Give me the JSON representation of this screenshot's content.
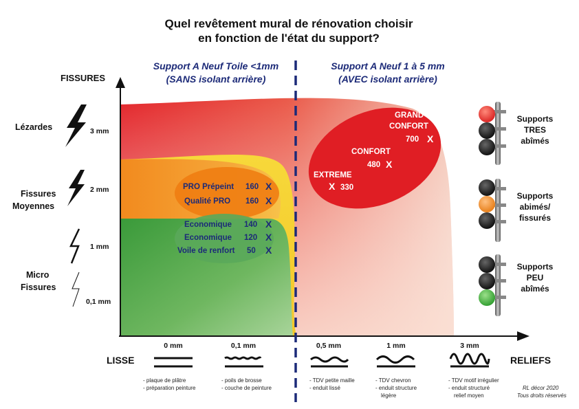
{
  "title": {
    "line1": "Quel revêtement mural de rénovation choisir",
    "line2": "en fonction de l'état du support?"
  },
  "columns": {
    "left_line1": "Support A Neuf Toile <1mm",
    "left_line2": "(SANS isolant arrière)",
    "right_line1": "Support A Neuf 1 à 5 mm",
    "right_line2": "(AVEC isolant arrière)"
  },
  "axes": {
    "y_label": "FISSURES",
    "x_left_label": "LISSE",
    "x_right_label": "RELIEFS"
  },
  "crack_levels": [
    {
      "category": "Lézardes",
      "category2": "",
      "size": "3 mm",
      "icon": "lightning-bolt-large-icon"
    },
    {
      "category": "Fissures",
      "category2": "Moyennes",
      "size": "2 mm",
      "icon": "lightning-bolt-medium-icon"
    },
    {
      "category": "",
      "category2": "",
      "size": "1 mm",
      "icon": "lightning-bolt-small-icon"
    },
    {
      "category": "Micro",
      "category2": "Fissures",
      "size": "0,1 mm",
      "icon": "lightning-bolt-outline-icon"
    }
  ],
  "relief_levels": [
    {
      "size": "0 mm",
      "desc1": "- plaque de plâtre",
      "desc2": "- préparation peinture",
      "desc3": ""
    },
    {
      "size": "0,1 mm",
      "desc1": "- poils de brosse",
      "desc2": "- couche de peinture",
      "desc3": ""
    },
    {
      "size": "0,5 mm",
      "desc1": "- TDV petite maille",
      "desc2": "- enduit lissé",
      "desc3": ""
    },
    {
      "size": "1 mm",
      "desc1": "- TDV chevron",
      "desc2": "- enduit structure",
      "desc3": "légère"
    },
    {
      "size": "3 mm",
      "desc1": "- TDV motif irrégulier",
      "desc2": "- enduit structuré",
      "desc3": "relief moyen"
    }
  ],
  "products_orange": [
    {
      "name": "PRO Prépeint",
      "value": "160",
      "mark": "X"
    },
    {
      "name": "Qualité PRO",
      "value": "160",
      "mark": "X"
    }
  ],
  "products_green": [
    {
      "name": "Economique",
      "value": "140",
      "mark": "X"
    },
    {
      "name": "Economique",
      "value": "120",
      "mark": "X"
    },
    {
      "name": "Voile de renfort",
      "value": "50",
      "mark": "X"
    }
  ],
  "products_red": [
    {
      "name1": "GRAND",
      "name2": "CONFORT",
      "value": "700",
      "mark": "X"
    },
    {
      "name1": "CONFORT",
      "name2": "",
      "value": "480",
      "mark": "X"
    },
    {
      "name1": "EXTREME",
      "name2": "",
      "value": "330",
      "mark": "X"
    }
  ],
  "traffic_lights": [
    {
      "line1": "Supports",
      "line2": "TRES",
      "line3": "abîmés",
      "lit": "red"
    },
    {
      "line1": "Supports",
      "line2": "abimés/",
      "line3": "fissurés",
      "lit": "orange"
    },
    {
      "line1": "Supports",
      "line2": "PEU",
      "line3": "abîmés",
      "lit": "green"
    }
  ],
  "credit": {
    "line1": "RL décor 2020",
    "line2": "Tous droits réservés"
  },
  "colors": {
    "red_zone": "#e3262b",
    "orange_zone": "#f28a1e",
    "yellow_zone": "#f7d83a",
    "green_zone": "#3a9a3a",
    "navy": "#1c2a78"
  }
}
